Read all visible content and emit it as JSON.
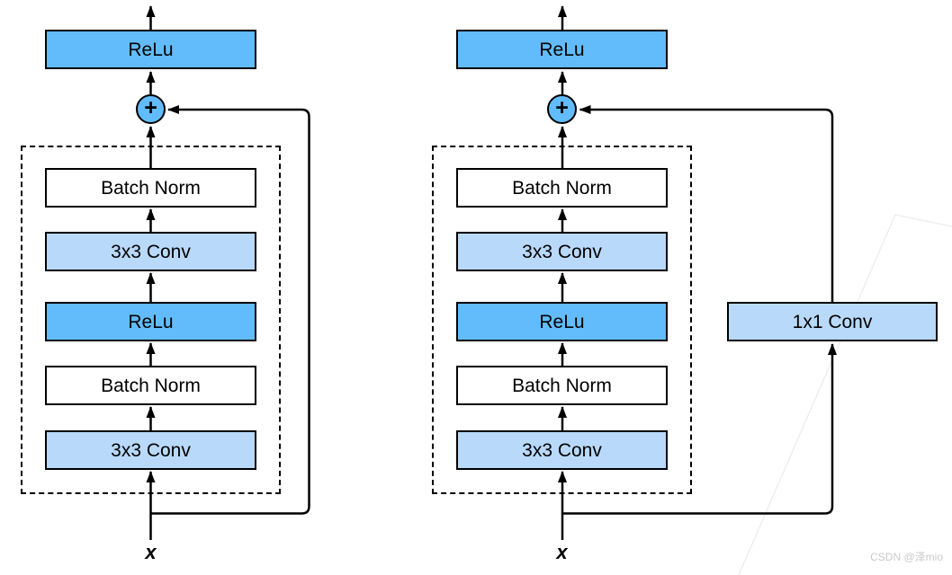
{
  "watermark": "CSDN @泽mio",
  "colors": {
    "activation_fill": "#62BCFC",
    "conv_fill": "#B9D9FA",
    "norm_fill": "#FFFFFF",
    "line_color": "#000000",
    "background_watermark_line": "#ececec"
  },
  "left_block": {
    "output_activation": "ReLu",
    "add_operator": "+",
    "layers": [
      "Batch Norm",
      "3x3 Conv",
      "ReLu",
      "Batch Norm",
      "3x3 Conv"
    ],
    "input_label": "x"
  },
  "right_block": {
    "output_activation": "ReLu",
    "add_operator": "+",
    "layers": [
      "Batch Norm",
      "3x3 Conv",
      "ReLu",
      "Batch Norm",
      "3x3 Conv"
    ],
    "shortcut_layer": "1x1 Conv",
    "input_label": "x"
  }
}
